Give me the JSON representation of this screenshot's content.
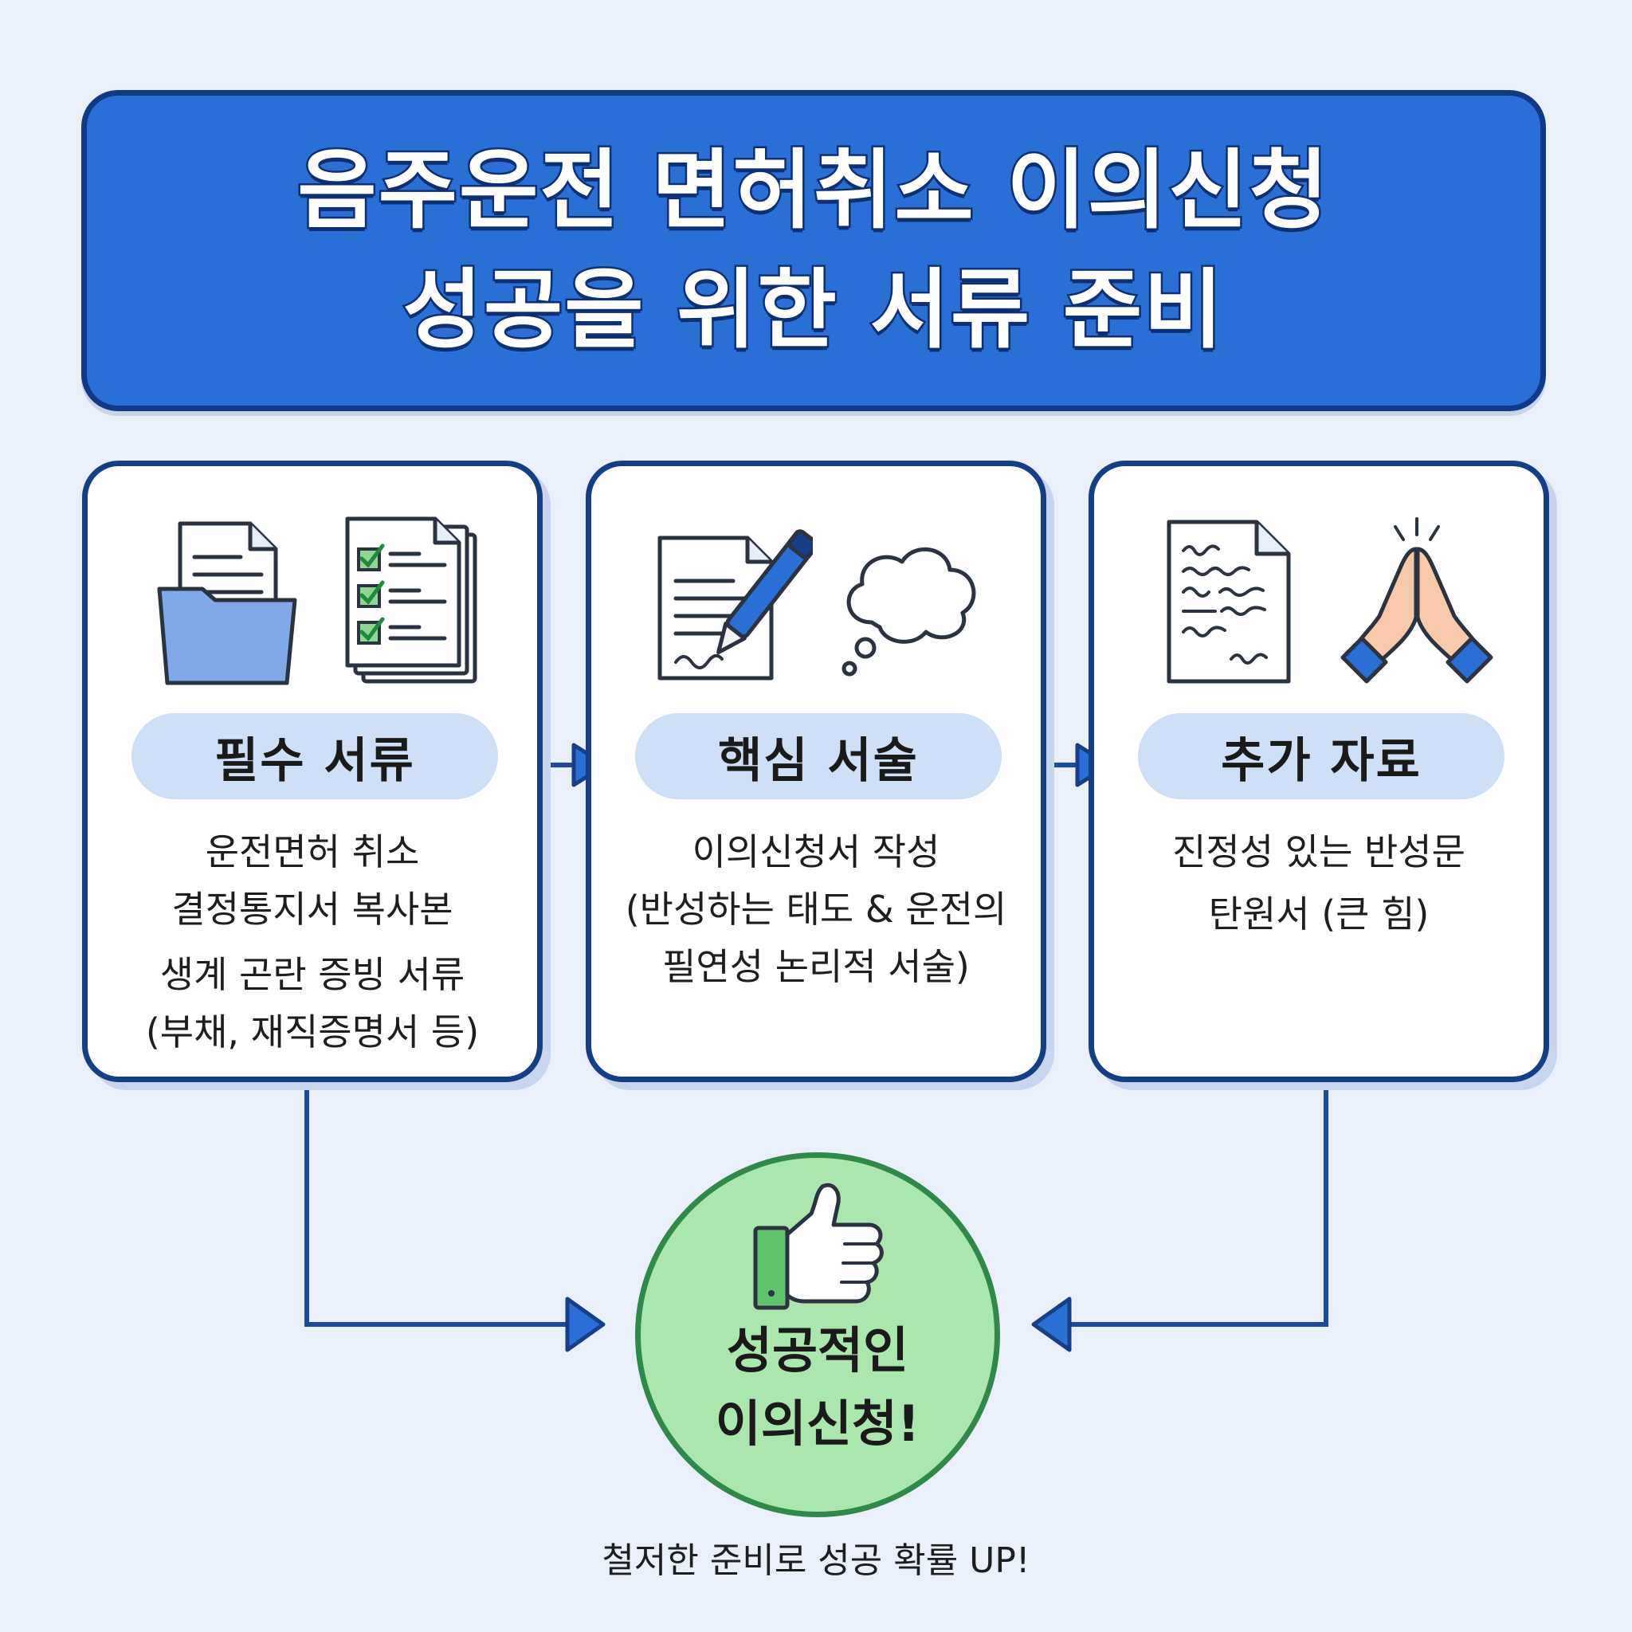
{
  "title": {
    "line1": "음주운전 면허취소 이의신청",
    "line2": "성공을 위한 서류 준비"
  },
  "steps": [
    {
      "label": "필수 서류",
      "lines": [
        "운전면허 취소",
        "결정통지서 복사본",
        "생계 곤란 증빙 서류",
        "(부채, 재직증명서 등)"
      ],
      "icons": [
        "folder-documents-icon",
        "checklist-icon"
      ]
    },
    {
      "label": "핵심 서술",
      "lines": [
        "이의신청서 작성",
        "(반성하는 태도 & 운전의",
        "필연성 논리적 서술)"
      ],
      "icons": [
        "document-pen-icon",
        "thought-bubble-icon"
      ]
    },
    {
      "label": "추가 자료",
      "lines": [
        "진정성 있는 반성문",
        "탄원서 (큰 힘)"
      ],
      "icons": [
        "handwritten-letter-icon",
        "praying-hands-icon"
      ]
    }
  ],
  "result": {
    "line1": "성공적인",
    "line2": "이의신청!",
    "icon": "thumbs-up-icon"
  },
  "footer": "철저한 준비로 성공 확률 UP!",
  "colors": {
    "background": "#e9f0fa",
    "banner": "#2a6fd6",
    "border": "#143e86",
    "pill": "#cfe0f6",
    "result_circle": "#a9e7ad",
    "result_border": "#2f8a49"
  }
}
